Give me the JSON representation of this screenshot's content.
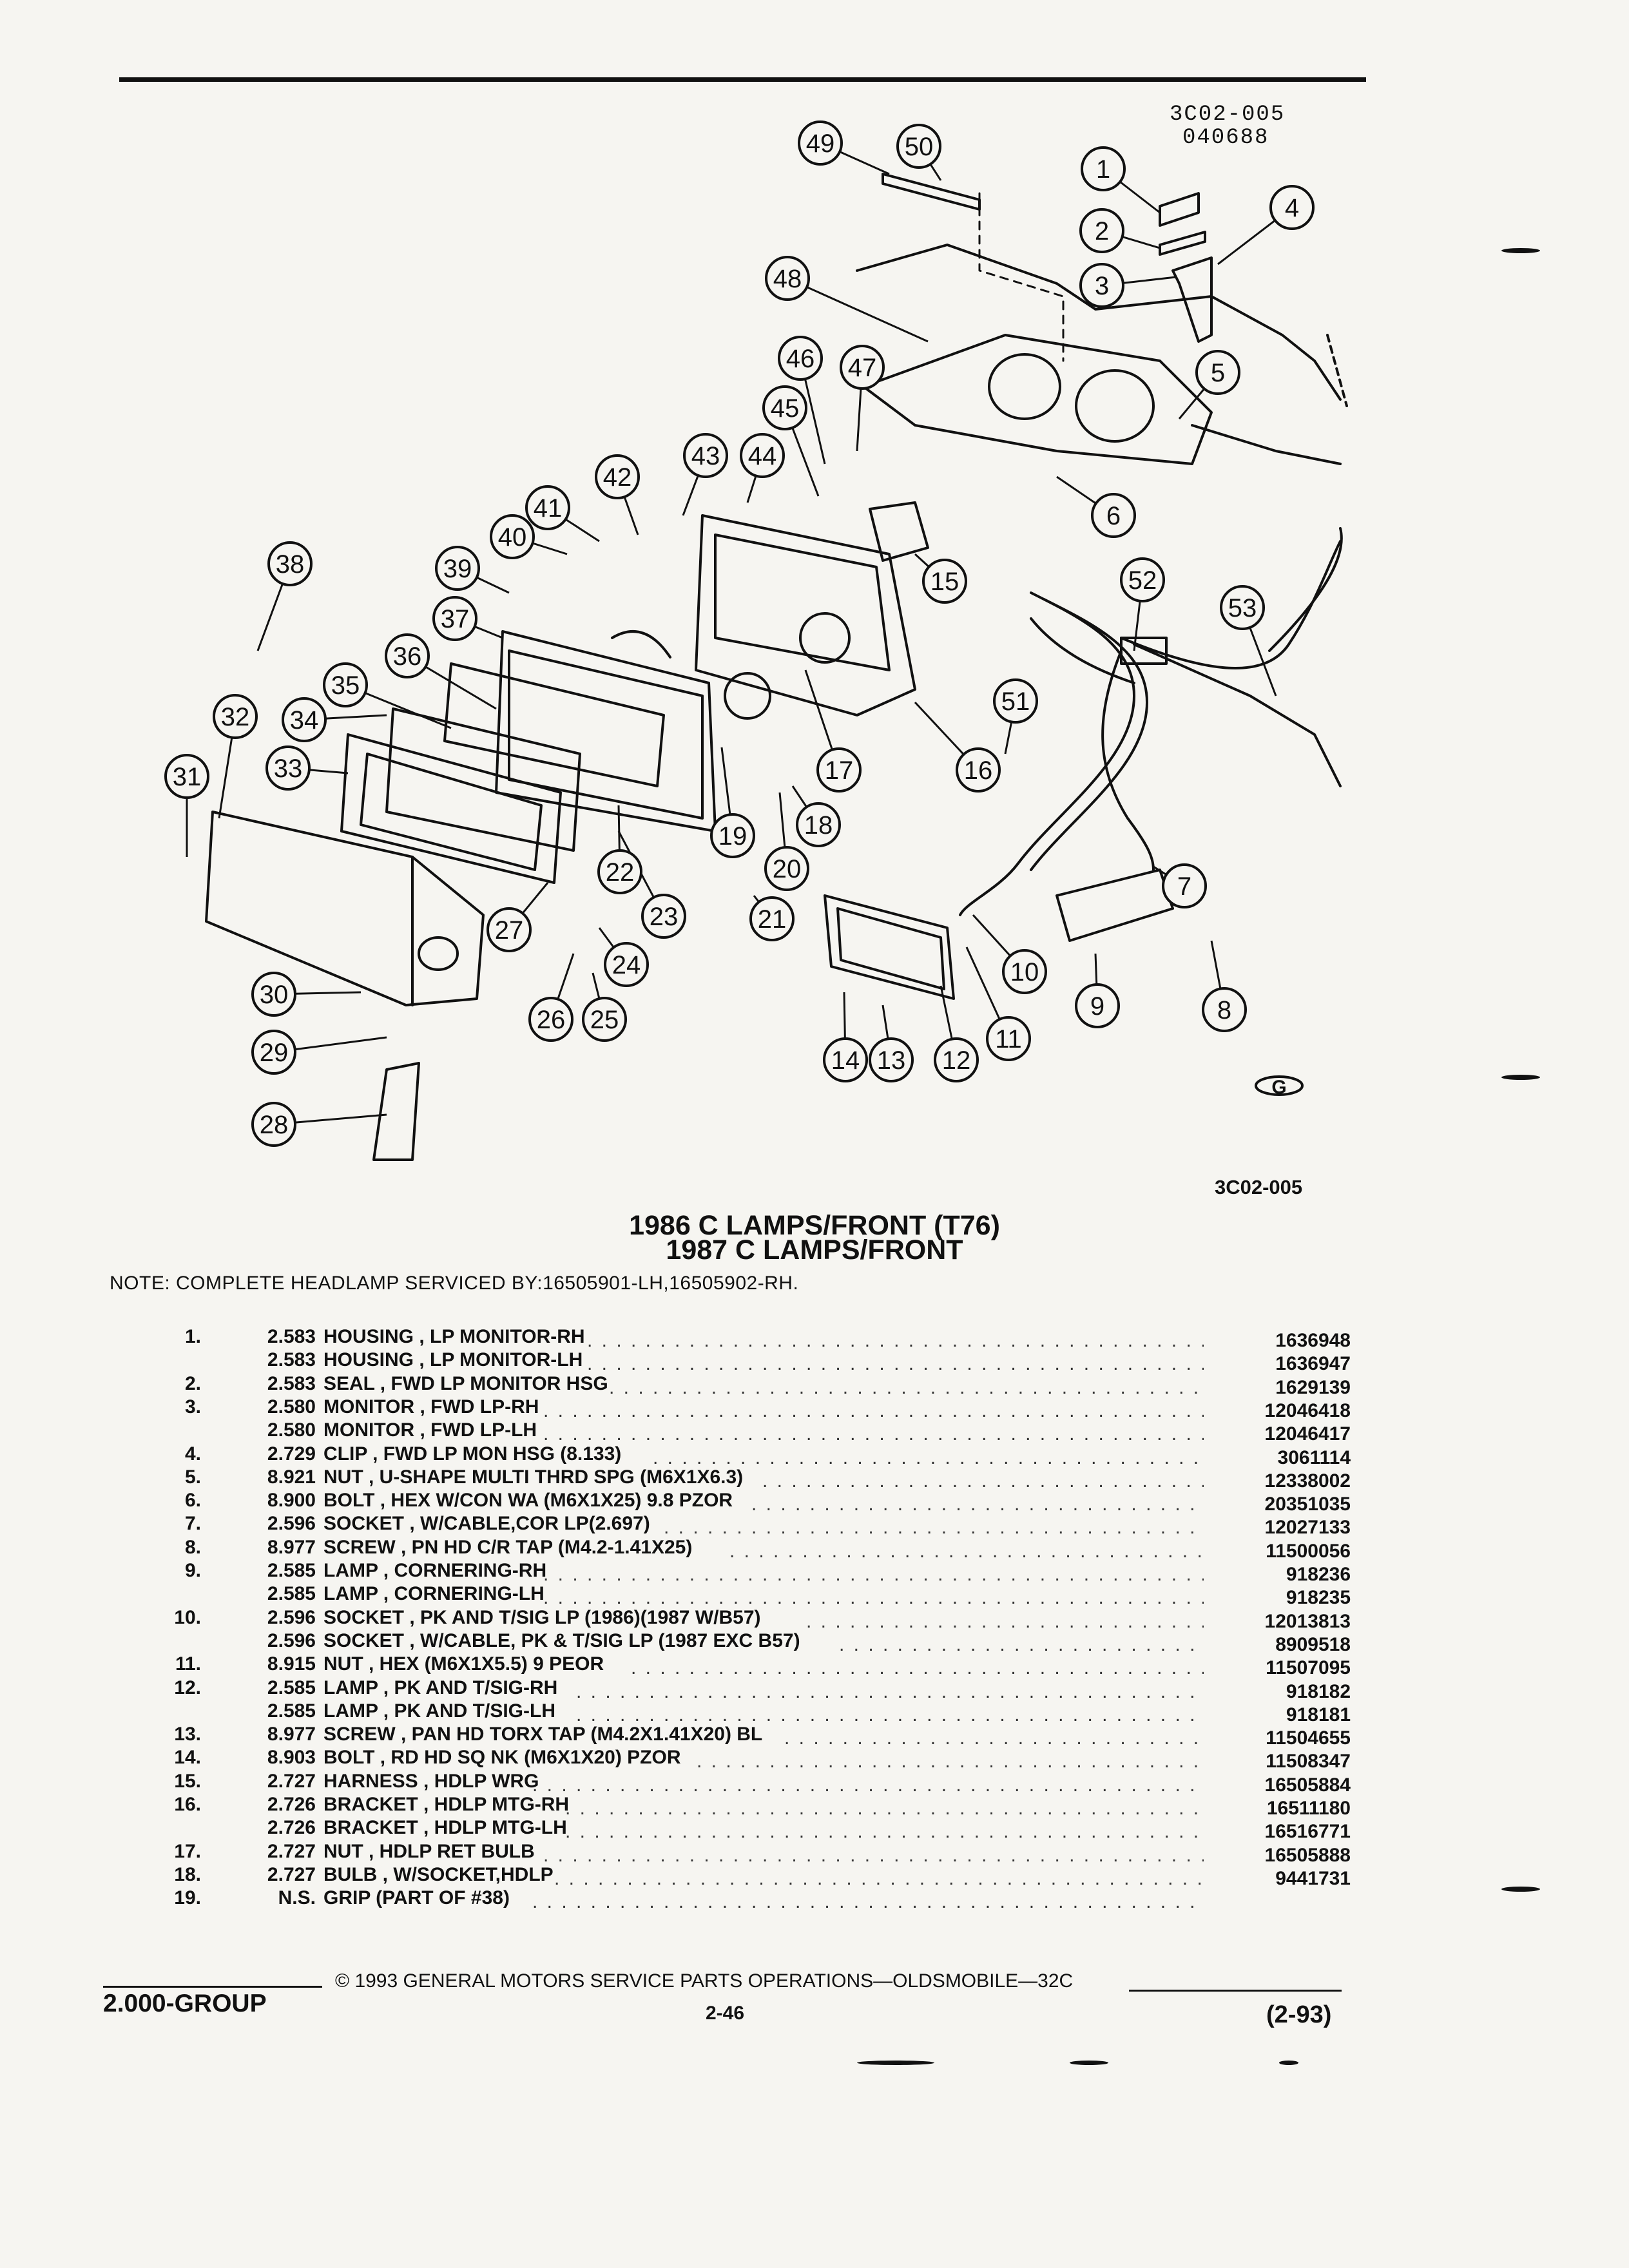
{
  "figure": {
    "code_top": "3C02-005",
    "date_code": "040688",
    "code_bottom": "3C02-005",
    "logo_text": "G"
  },
  "titles": {
    "line1": "1986 C LAMPS/FRONT (T76)",
    "line2": "1987 C LAMPS/FRONT"
  },
  "note": "NOTE: COMPLETE HEADLAMP SERVICED BY:16505901-LH,16505902-RH.",
  "callouts": [
    "1",
    "2",
    "3",
    "4",
    "5",
    "6",
    "7",
    "8",
    "9",
    "10",
    "11",
    "12",
    "13",
    "14",
    "15",
    "16",
    "17",
    "18",
    "19",
    "20",
    "21",
    "22",
    "23",
    "24",
    "25",
    "26",
    "27",
    "28",
    "29",
    "30",
    "31",
    "32",
    "33",
    "34",
    "35",
    "36",
    "37",
    "38",
    "39",
    "40",
    "41",
    "42",
    "43",
    "44",
    "45",
    "46",
    "47",
    "48",
    "49",
    "50",
    "51",
    "52",
    "53"
  ],
  "parts": [
    {
      "num": "1.",
      "group": "2.583",
      "desc": "HOUSING , LP MONITOR-RH",
      "part": "1636948"
    },
    {
      "num": "",
      "group": "2.583",
      "desc": "HOUSING , LP MONITOR-LH",
      "part": "1636947"
    },
    {
      "num": "2.",
      "group": "2.583",
      "desc": "SEAL , FWD LP MONITOR HSG",
      "part": "1629139"
    },
    {
      "num": "3.",
      "group": "2.580",
      "desc": "MONITOR , FWD LP-RH",
      "part": "12046418"
    },
    {
      "num": "",
      "group": "2.580",
      "desc": "MONITOR , FWD LP-LH",
      "part": "12046417"
    },
    {
      "num": "4.",
      "group": "2.729",
      "desc": "CLIP , FWD LP MON HSG (8.133)",
      "part": "3061114"
    },
    {
      "num": "5.",
      "group": "8.921",
      "desc": "NUT , U-SHAPE MULTI THRD SPG (M6X1X6.3)",
      "part": "12338002"
    },
    {
      "num": "6.",
      "group": "8.900",
      "desc": "BOLT , HEX W/CON WA (M6X1X25) 9.8 PZOR",
      "part": "20351035"
    },
    {
      "num": "7.",
      "group": "2.596",
      "desc": "SOCKET , W/CABLE,COR LP(2.697)",
      "part": "12027133"
    },
    {
      "num": "8.",
      "group": "8.977",
      "desc": "SCREW , PN HD C/R TAP (M4.2-1.41X25)",
      "part": "11500056"
    },
    {
      "num": "9.",
      "group": "2.585",
      "desc": "LAMP , CORNERING-RH",
      "part": "918236"
    },
    {
      "num": "",
      "group": "2.585",
      "desc": "LAMP , CORNERING-LH",
      "part": "918235"
    },
    {
      "num": "10.",
      "group": "2.596",
      "desc": "SOCKET , PK AND T/SIG LP (1986)(1987 W/B57)",
      "part": "12013813"
    },
    {
      "num": "",
      "group": "2.596",
      "desc": "SOCKET , W/CABLE, PK & T/SIG LP (1987 EXC B57)",
      "part": "8909518"
    },
    {
      "num": "11.",
      "group": "8.915",
      "desc": "NUT , HEX (M6X1X5.5) 9 PEOR",
      "part": "11507095"
    },
    {
      "num": "12.",
      "group": "2.585",
      "desc": "LAMP , PK AND T/SIG-RH",
      "part": "918182"
    },
    {
      "num": "",
      "group": "2.585",
      "desc": "LAMP , PK AND T/SIG-LH",
      "part": "918181"
    },
    {
      "num": "13.",
      "group": "8.977",
      "desc": "SCREW , PAN HD TORX TAP (M4.2X1.41X20) BL",
      "part": "11504655"
    },
    {
      "num": "14.",
      "group": "8.903",
      "desc": "BOLT , RD HD SQ NK (M6X1X20) PZOR",
      "part": "11508347"
    },
    {
      "num": "15.",
      "group": "2.727",
      "desc": "HARNESS , HDLP WRG",
      "part": "16505884"
    },
    {
      "num": "16.",
      "group": "2.726",
      "desc": "BRACKET , HDLP MTG-RH",
      "part": "16511180"
    },
    {
      "num": "",
      "group": "2.726",
      "desc": "BRACKET , HDLP MTG-LH",
      "part": "16516771"
    },
    {
      "num": "17.",
      "group": "2.727",
      "desc": "NUT , HDLP RET BULB",
      "part": "16505888"
    },
    {
      "num": "18.",
      "group": "2.727",
      "desc": "BULB , W/SOCKET,HDLP",
      "part": "9441731"
    },
    {
      "num": "19.",
      "group": "N.S.",
      "desc": "GRIP (PART OF #38)",
      "part": ""
    }
  ],
  "footer": {
    "group": "2.000-GROUP",
    "copyright": "© 1993 GENERAL MOTORS SERVICE PARTS OPERATIONS—OLDSMOBILE—32C",
    "page": "2-46",
    "revision": "(2-93)"
  }
}
